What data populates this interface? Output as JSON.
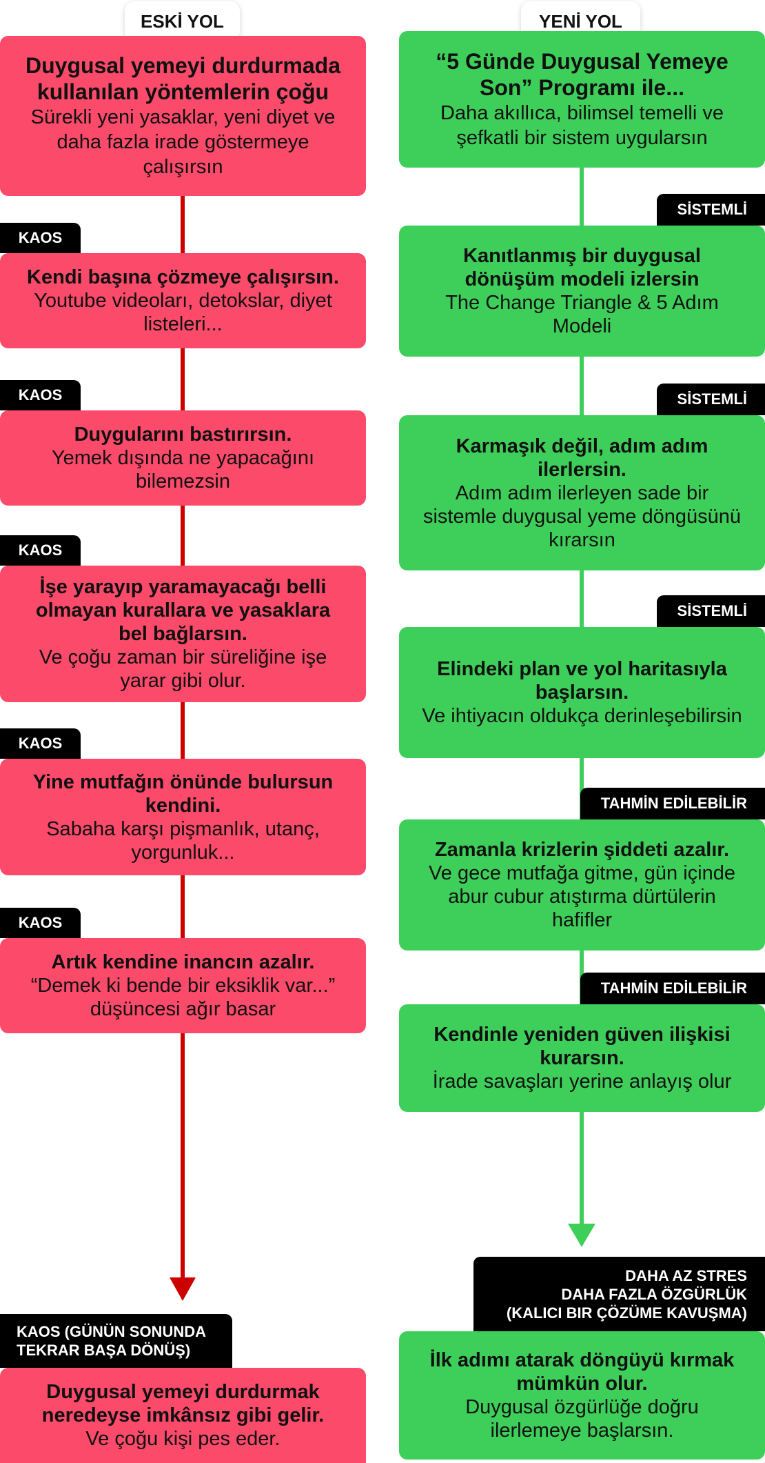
{
  "headers": {
    "old": "ESKİ YOL",
    "new": "YENİ YOL"
  },
  "left": {
    "intro": {
      "title": "Duygusal yemeyi durdurmada kullanılan yöntemlerin çoğu",
      "sub": "Sürekli yeni yasaklar, yeni diyet ve daha fazla irade göstermeye çalışırsın"
    },
    "steps": [
      {
        "tag": "KAOS",
        "title": "Kendi başına çözmeye çalışırsın.",
        "sub": "Youtube videoları, detokslar, diyet listeleri..."
      },
      {
        "tag": "KAOS",
        "title": "Duygularını bastırırsın.",
        "sub": "Yemek dışında ne yapacağını bilemezsin"
      },
      {
        "tag": "KAOS",
        "title": "İşe yarayıp yaramayacağı belli olmayan kurallara ve yasaklara bel bağlarsın.",
        "sub": "Ve çoğu zaman bir süreliğine işe yarar gibi olur."
      },
      {
        "tag": "KAOS",
        "title": "Yine mutfağın önünde bulursun kendini.",
        "sub": "Sabaha karşı pişmanlık, utanç, yorgunluk..."
      },
      {
        "tag": "KAOS",
        "title": "Artık kendine inancın azalır.",
        "sub": "“Demek ki bende bir eksiklik var...” düşüncesi ağır basar"
      }
    ],
    "final": {
      "tag_line1": "KAOS (GÜNÜN SONUNDA",
      "tag_line2": "TEKRAR BAŞA DÖNÜŞ)",
      "title": "Duygusal yemeyi durdurmak neredeyse imkânsız gibi gelir.",
      "sub": "Ve çoğu kişi pes eder."
    }
  },
  "right": {
    "intro": {
      "title": "“5 Günde Duygusal Yemeye Son” Programı ile...",
      "sub": "Daha akıllıca, bilimsel temelli ve şefkatli bir sistem uygularsın"
    },
    "steps": [
      {
        "tag": "SİSTEMLİ",
        "title": "Kanıtlanmış bir duygusal dönüşüm modeli izlersin",
        "sub": "The Change Triangle & 5 Adım Modeli"
      },
      {
        "tag": "SİSTEMLİ",
        "title": "Karmaşık değil, adım adım ilerlersin.",
        "sub": "Adım adım ilerleyen sade bir sistemle duygusal yeme döngüsünü kırarsın"
      },
      {
        "tag": "SİSTEMLİ",
        "title": "Elindeki plan ve yol haritasıyla başlarsın.",
        "sub": "Ve ihtiyacın oldukça derinleşebilirsin"
      },
      {
        "tag": "TAHMİN EDİLEBİLİR",
        "title": "Zamanla krizlerin şiddeti azalır.",
        "sub": "Ve gece mutfağa gitme, gün içinde abur cubur atıştırma dürtülerin hafifler"
      },
      {
        "tag": "TAHMİN EDİLEBİLİR",
        "title": "Kendinle yeniden güven ilişkisi kurarsın.",
        "sub": "İrade savaşları yerine anlayış olur"
      }
    ],
    "final": {
      "tag_line1": "DAHA AZ STRES",
      "tag_line2": "DAHA FAZLA ÖZGÜRLÜK",
      "tag_line3": "(KALICI BIR ÇÖZÜME KAVUŞMA)",
      "title": "İlk adımı atarak döngüyü kırmak mümkün olur.",
      "sub": "Duygusal özgürlüğe doğru ilerlemeye başlarsın."
    }
  },
  "colors": {
    "old_box": "#fb4a6a",
    "old_line": "#cc0000",
    "new_box": "#3ecf5a",
    "new_line": "#3ecf5a",
    "tag": "#000000"
  }
}
